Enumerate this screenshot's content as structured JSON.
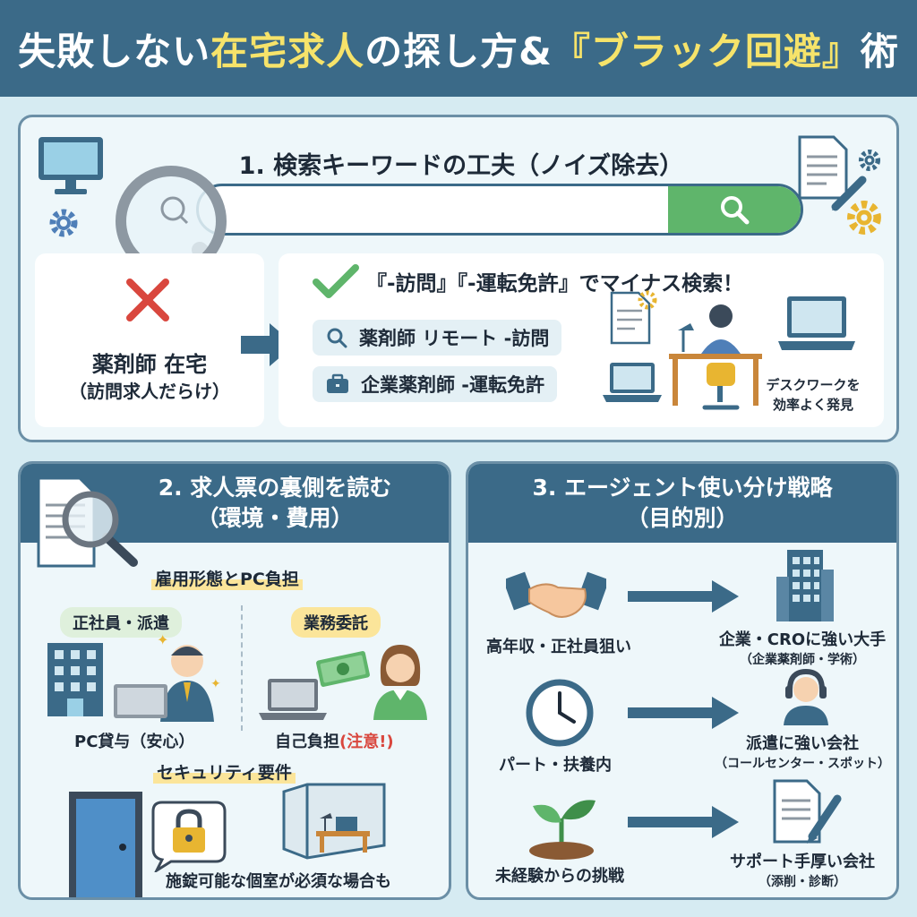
{
  "header": {
    "title_pre": "失敗しない",
    "title_hl1": "在宅求人",
    "title_mid": "の探し方&",
    "title_hl2": "『ブラック回避』",
    "title_post": "術"
  },
  "section1": {
    "title": "1. 検索キーワードの工夫（ノイズ除去）",
    "bad_main": "薬剤師 在宅",
    "bad_sub": "（訪問求人だらけ）",
    "good_head": "『-訪問』『-運転免許』でマイナス検索！",
    "keyword1": "薬剤師 リモート -訪問",
    "keyword2": "企業薬剤師 -運転免許",
    "desk_label_1": "デスクワークを",
    "desk_label_2": "効率よく発見"
  },
  "section2": {
    "title_1": "2. 求人票の裏側を読む",
    "title_2": "（環境・費用）",
    "sub_head": "雇用形態とPC負担",
    "tag_employee": "正社員・派遣",
    "tag_contract": "業務委託",
    "label_pc_lend": "PC貸与（安心）",
    "label_self_pay": "自己負担",
    "label_caution": "(注意!)",
    "security_head": "セキュリティ要件",
    "security_note": "施錠可能な個室が必須な場合も"
  },
  "section3": {
    "title_1": "3. エージェント使い分け戦略",
    "title_2": "（目的別）",
    "rows": [
      {
        "goal": "高年収・正社員狙い",
        "agent": "企業・CROに強い大手",
        "agent_sub": "（企業薬剤師・学術）"
      },
      {
        "goal": "パート・扶養内",
        "agent": "派遣に強い会社",
        "agent_sub": "（コールセンター・スポット）"
      },
      {
        "goal": "未経験からの挑戦",
        "agent": "サポート手厚い会社",
        "agent_sub": "（添削・診断）"
      }
    ]
  },
  "colors": {
    "navy": "#3b6a88",
    "accent_yellow": "#f6e36a",
    "green": "#5fb56b",
    "warning_red": "#d9473e"
  },
  "icons": [
    "monitor-icon",
    "gear-icon",
    "magnifier-icon",
    "document-icon",
    "pencil-icon",
    "cross-icon",
    "check-icon",
    "search-icon",
    "briefcase-icon",
    "laptop-icon",
    "desk-worker-icon",
    "building-icon",
    "businessman-icon",
    "money-icon",
    "woman-icon",
    "door-icon",
    "lock-icon",
    "private-room-icon",
    "handshake-icon",
    "clock-icon",
    "headset-operator-icon",
    "sprout-icon",
    "arrow-right-icon"
  ]
}
